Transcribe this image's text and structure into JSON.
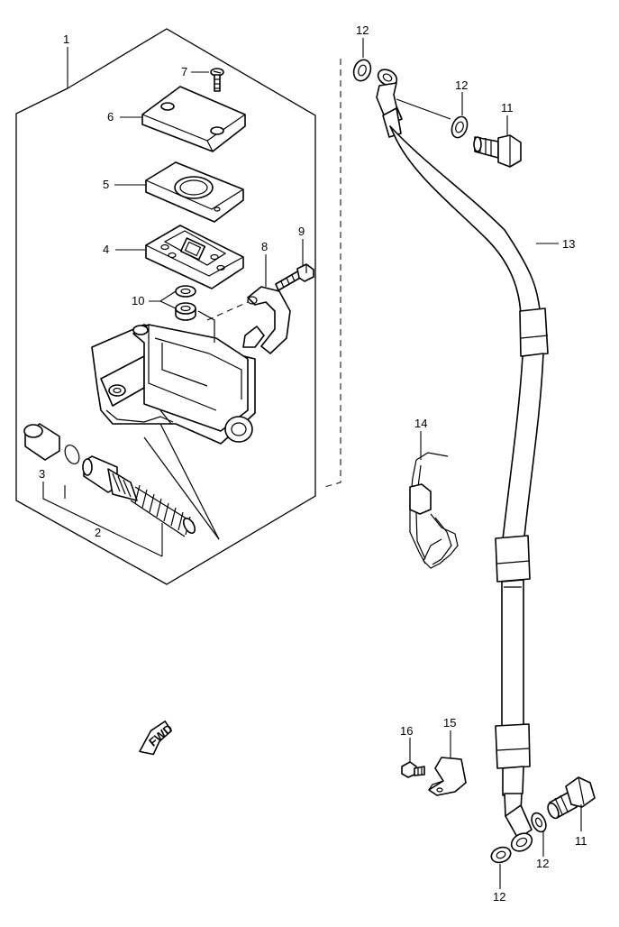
{
  "callouts": {
    "c1": "1",
    "c2": "2",
    "c3": "3",
    "c4": "4",
    "c5": "5",
    "c6": "6",
    "c7": "7",
    "c8": "8",
    "c9": "9",
    "c10": "10",
    "c11a": "11",
    "c11b": "11",
    "c12a": "12",
    "c12b": "12",
    "c12c": "12",
    "c12d": "12",
    "c13": "13",
    "c14": "14",
    "c15": "15",
    "c16": "16"
  },
  "fwd_label": "FWD"
}
